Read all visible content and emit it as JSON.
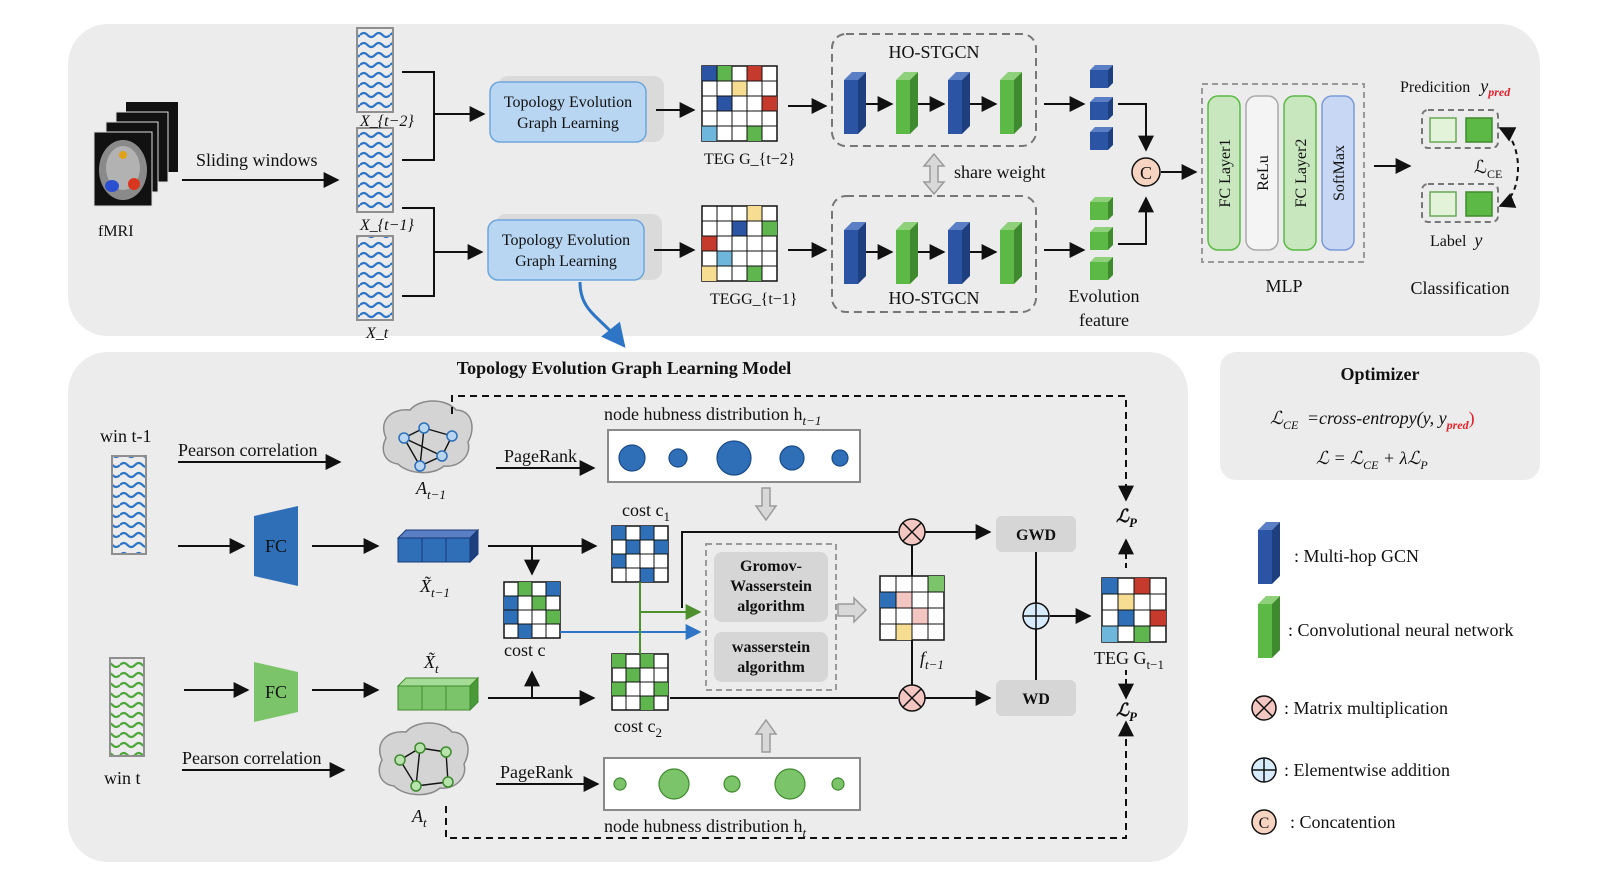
{
  "top": {
    "fmri_label": "fMRI",
    "sliding_label": "Sliding windows",
    "window_labels": [
      "X_{t−2}",
      "X_{t−1}",
      "X_t"
    ],
    "tegl_label_line1": "Topology Evolution",
    "tegl_label_line2": "Graph Learning",
    "teg_labels": [
      "TEG G_{t−2}",
      "TEGG_{t−1}"
    ],
    "stgcn_label": "HO-STGCN",
    "share_weight": "share weight",
    "evolution_feature_line1": "Evolution",
    "evolution_feature_line2": "feature",
    "concat_symbol": "C",
    "mlp_layers": [
      "FC Layer1",
      "ReLu",
      "FC Layer2",
      "SoftMax"
    ],
    "mlp_label": "MLP",
    "prediction_label": "Predicition",
    "prediction_var": "y",
    "prediction_sub": "pred",
    "loss_label": "ℒ",
    "loss_sub": "CE",
    "label_label": "Label",
    "label_var": "y",
    "classification_label": "Classification"
  },
  "bottom": {
    "title": "Topology Evolution Graph Learning Model",
    "win_prev": "win t-1",
    "win_cur": "win t",
    "pearson": "Pearson correlation",
    "pagerank": "PageRank",
    "fc": "FC",
    "hub_prev": "node hubness distribution h",
    "hub_prev_sub": "t−1",
    "hub_cur": "node hubness distribution h",
    "hub_cur_sub": "t",
    "a_prev": "A",
    "a_prev_sub": "t−1",
    "a_cur": "A",
    "a_cur_sub": "t",
    "x_prev": "X̃",
    "x_prev_sub": "t−1",
    "x_cur": "X̃",
    "x_cur_sub": "t",
    "cost_c1": "cost c",
    "cost_c1_sub": "1",
    "cost_c": "cost c",
    "cost_c2": "cost c",
    "cost_c2_sub": "2",
    "gw_line1": "Gromov-",
    "gw_line2": "Wasserstein",
    "gw_line3": "algorithm",
    "w_line1": "wasserstein",
    "w_line2": "algorithm",
    "f_label": "f",
    "f_sub": "t−1",
    "gwd": "GWD",
    "wd": "WD",
    "teg_out": "TEG G",
    "teg_out_sub": "t−1",
    "lp": "ℒ",
    "lp_sub": "P"
  },
  "optimizer": {
    "title": "Optimizer",
    "eq1_lhs": "ℒ",
    "eq1_lhs_sub": "CE",
    "eq1_rhs": "=cross-entropy(y, y",
    "eq1_rhs_sub": "pred",
    "eq1_end": ")",
    "eq2": "ℒ =  ℒ",
    "eq2_sub": "CE",
    "eq2_rest": " + λℒ",
    "eq2_sub2": "P"
  },
  "legend": {
    "multihop": ": Multi-hop GCN",
    "cnn": ": Convolutional neural network",
    "matmul": ": Matrix multiplication",
    "add": ": Elementwise addition",
    "concat": ": Concatention",
    "concat_symbol": "C"
  },
  "colors": {
    "panel_bg": "#ececec",
    "blue_box": "#b8d6f2",
    "blue_box_border": "#6ea6dc",
    "gcn_blue": "#2b55a4",
    "cnn_green": "#5cb946",
    "wave_blue": "#2e75c6",
    "wave_green": "#4ea63a",
    "mat_blue": "#2e6fb7",
    "mat_green": "#5fb54e",
    "red": "#c53a2c",
    "yellow": "#f7dd92",
    "teal": "#6fb6dc",
    "pink": "#f3c6c2",
    "pred_red": "#e0202a"
  }
}
